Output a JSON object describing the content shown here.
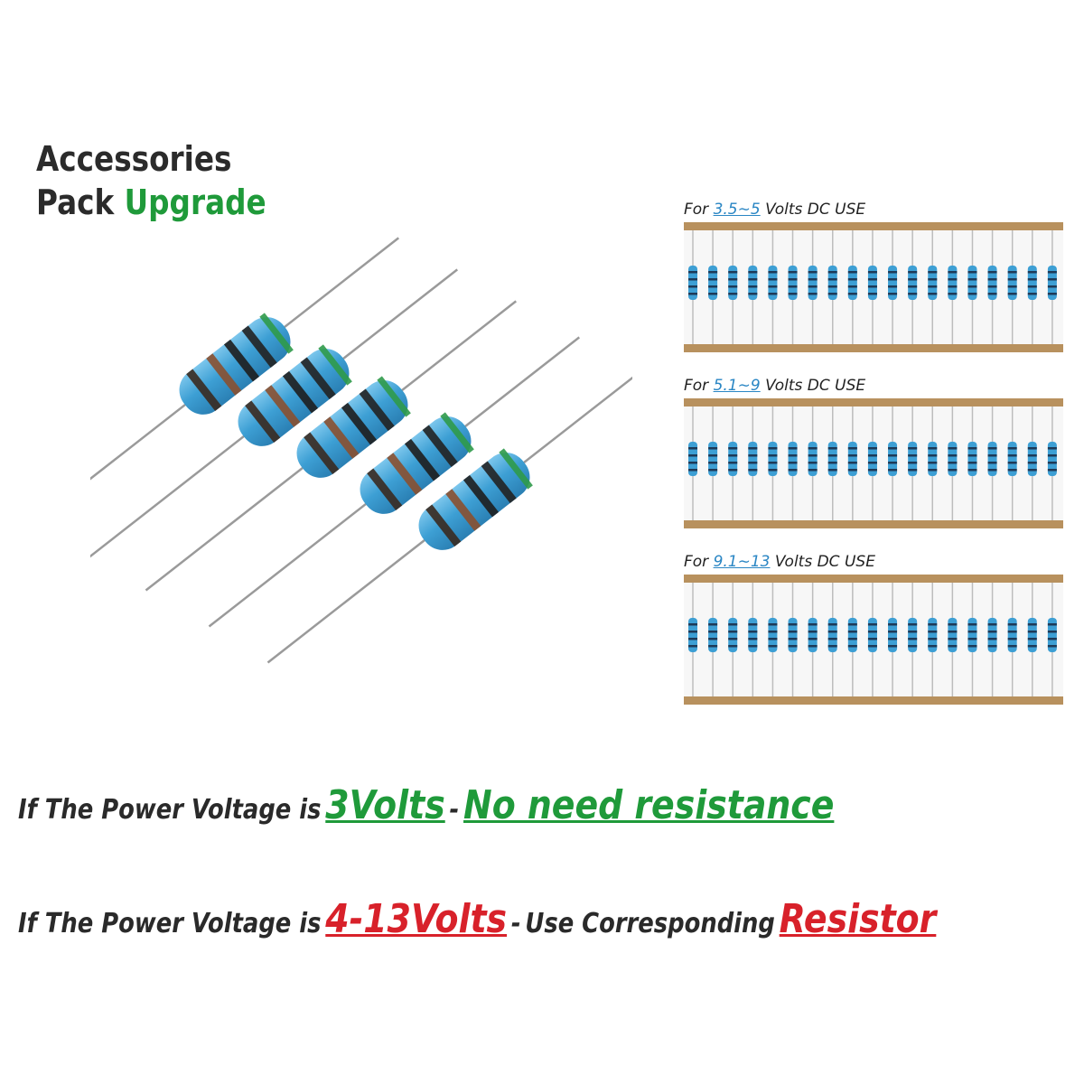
{
  "header": {
    "line1": "Accessories",
    "line2_a": "Pack",
    "line2_b": "Upgrade"
  },
  "strips": [
    {
      "prefix": "For",
      "range": "3.5∼5",
      "suffix": "Volts DC USE"
    },
    {
      "prefix": "For",
      "range": "5.1∼9",
      "suffix": "Volts DC USE"
    },
    {
      "prefix": "For",
      "range": "9.1∼13",
      "suffix": "Volts DC USE"
    }
  ],
  "notes": {
    "line1": {
      "lead": "If The Power Voltage is",
      "value": "3Volts",
      "dash": "-",
      "tail": "No need resistance"
    },
    "line2": {
      "lead": "If The Power Voltage is",
      "value": "4-13Volts",
      "dash": "-",
      "mid": "Use Corresponding",
      "tail": "Resistor"
    }
  },
  "colors": {
    "green": "#1f9a3a",
    "red": "#d8212a",
    "resistor_body": "#3d9fd4",
    "tape": "#b8915e"
  },
  "product_illustration": {
    "resistor_count": 5,
    "icon": "resistor-icon"
  }
}
